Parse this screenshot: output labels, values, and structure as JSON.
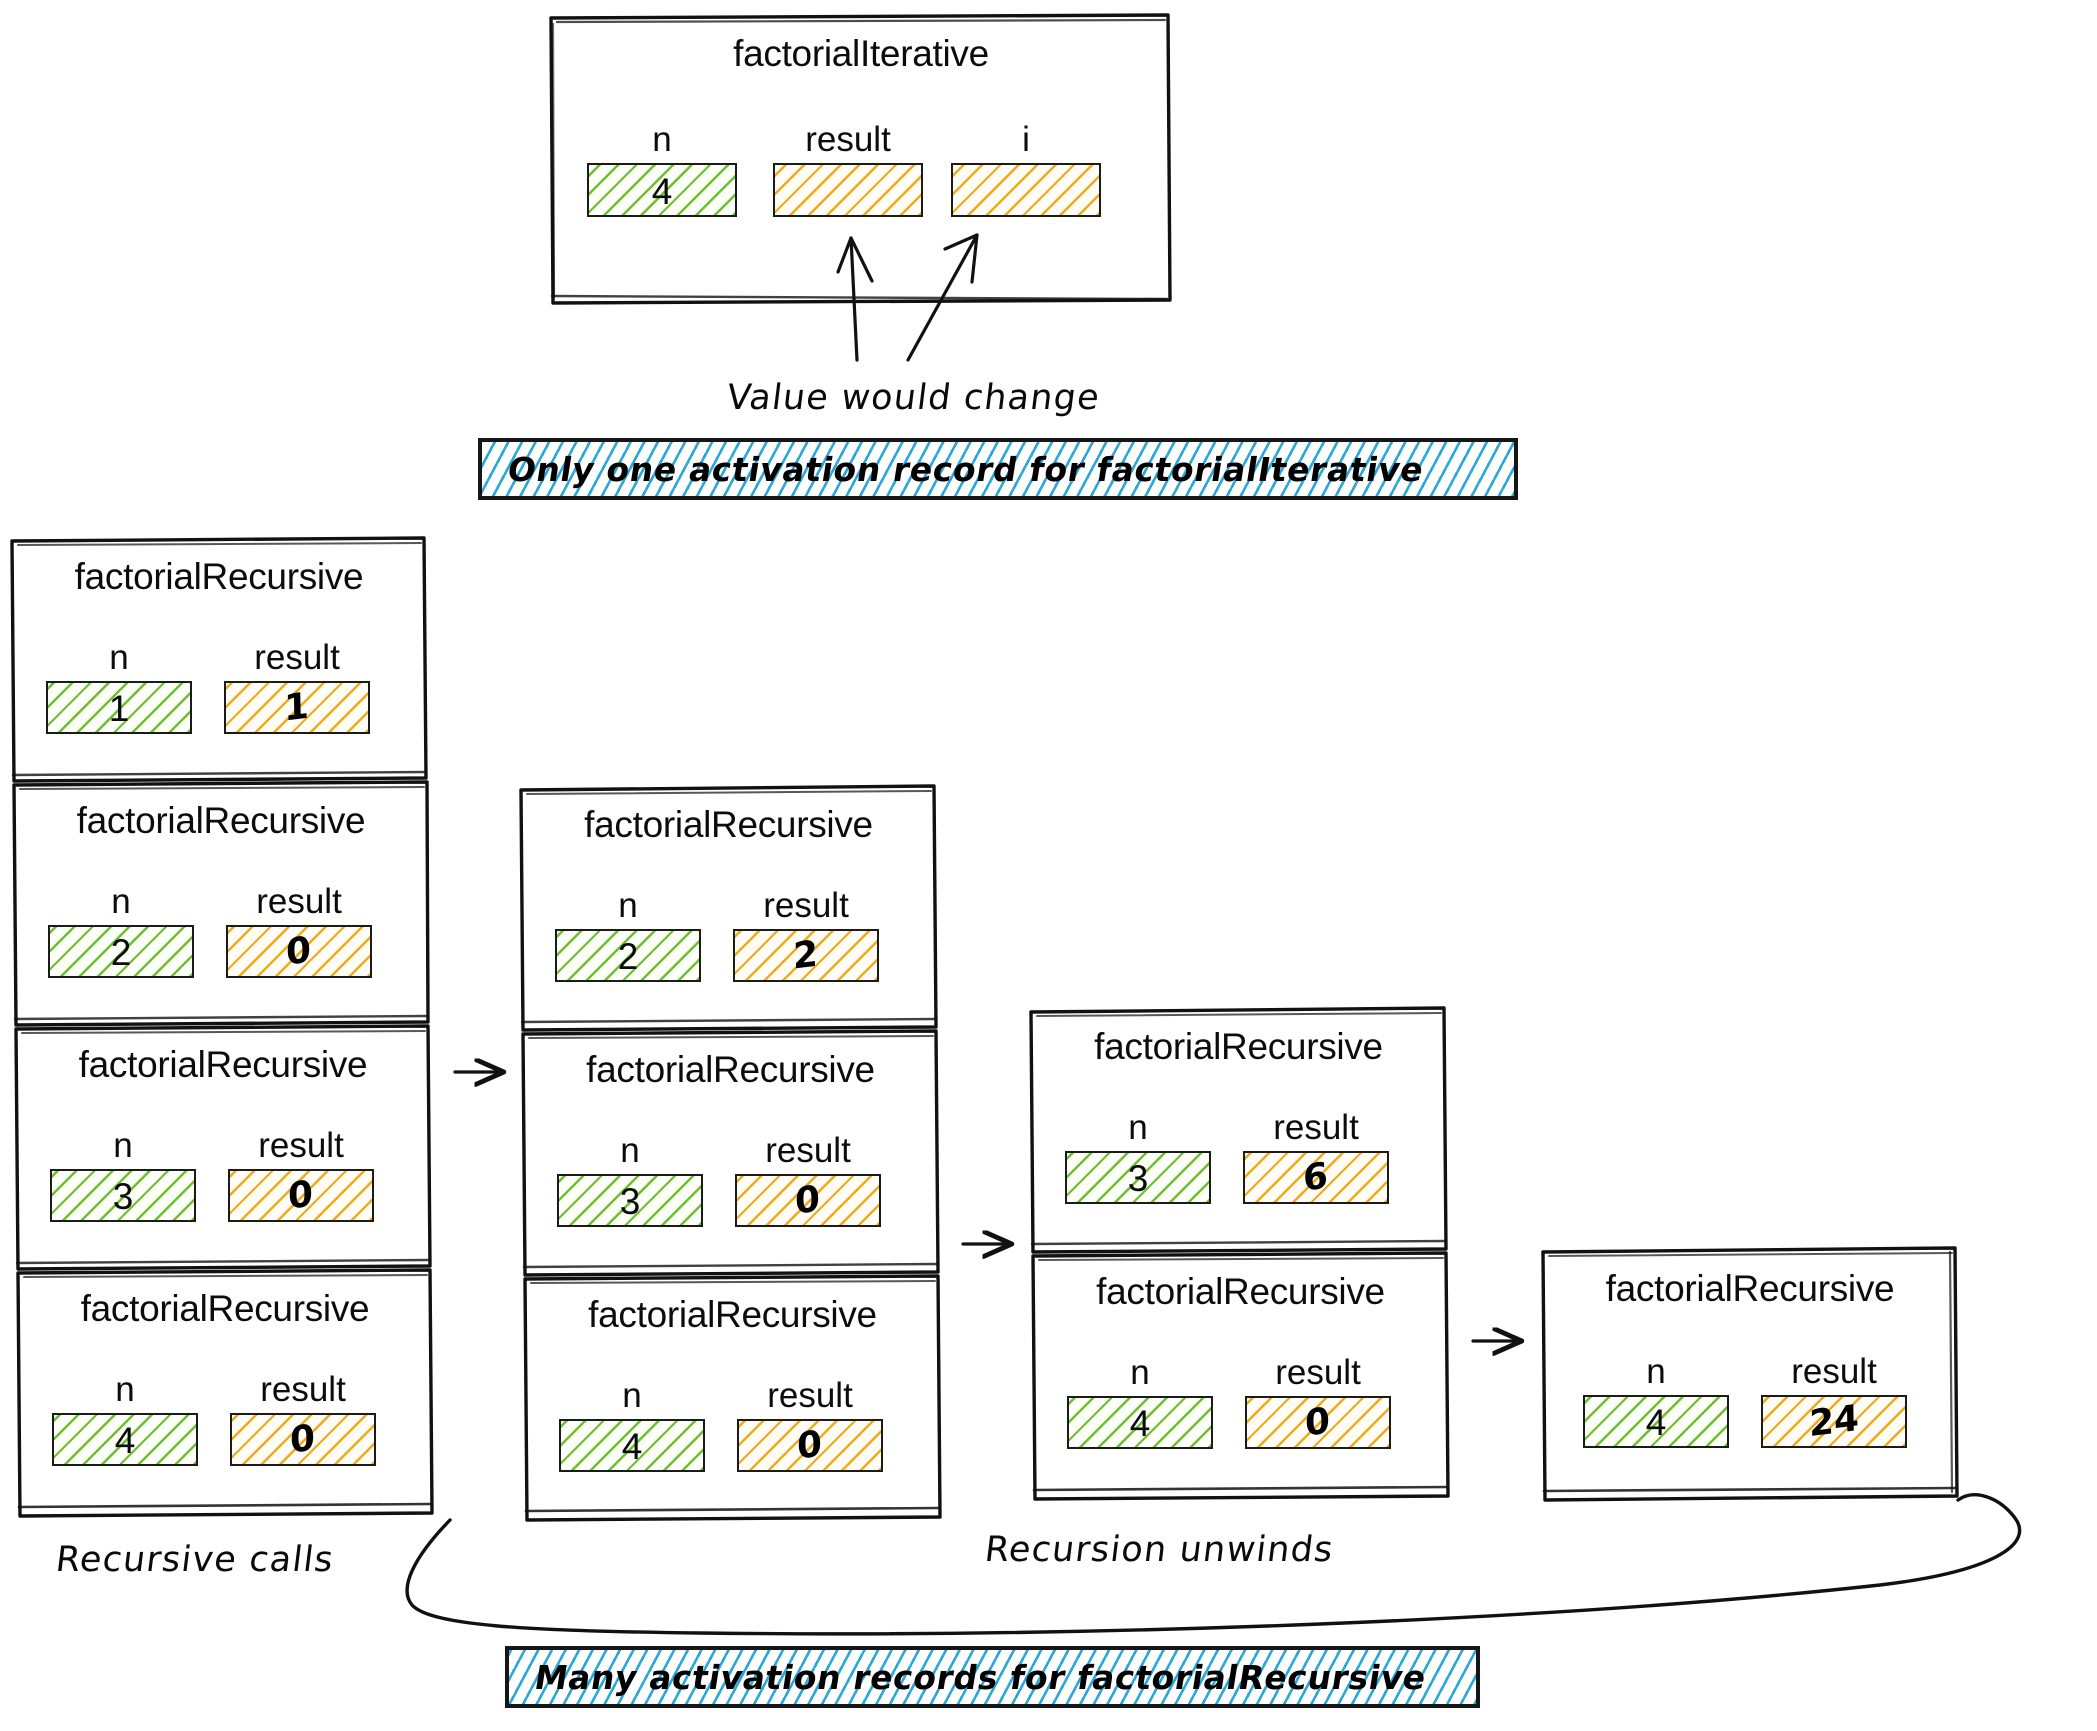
{
  "diagram": {
    "title_hidden": "Activation records: factorialIterative vs factorialRecursive",
    "function_names": {
      "iterative": "factorialIterative",
      "recursive": "factorialRecursive"
    },
    "var_labels": {
      "n": "n",
      "result": "result",
      "i": "i"
    }
  },
  "iterative_frame": {
    "title": "factorialIterative",
    "slots": [
      {
        "label": "n",
        "value": "4",
        "color": "green",
        "style": "plain"
      },
      {
        "label": "result",
        "value": "",
        "color": "amber",
        "style": "hand"
      },
      {
        "label": "i",
        "value": "",
        "color": "amber",
        "style": "hand"
      }
    ]
  },
  "annotations": {
    "value_would_change": "Value would change",
    "recursive_calls": "Recursive calls",
    "recursion_unwinds": "Recursion unwinds"
  },
  "banners": {
    "top": "Only one activation record for factorialIterative",
    "bottom": "Many activation records for factorialRecursive"
  },
  "columns": [
    {
      "id": "col-1-recursive-calls",
      "frames": [
        {
          "title": "factorialRecursive",
          "n": "1",
          "result": "1"
        },
        {
          "title": "factorialRecursive",
          "n": "2",
          "result": "0"
        },
        {
          "title": "factorialRecursive",
          "n": "3",
          "result": "0"
        },
        {
          "title": "factorialRecursive",
          "n": "4",
          "result": "0"
        }
      ]
    },
    {
      "id": "col-2-base-returns",
      "frames": [
        {
          "title": "factorialRecursive",
          "n": "2",
          "result": "2"
        },
        {
          "title": "factorialRecursive",
          "n": "3",
          "result": "0"
        },
        {
          "title": "factorialRecursive",
          "n": "4",
          "result": "0"
        }
      ]
    },
    {
      "id": "col-3-unwinding",
      "frames": [
        {
          "title": "factorialRecursive",
          "n": "3",
          "result": "6"
        },
        {
          "title": "factorialRecursive",
          "n": "4",
          "result": "0"
        }
      ]
    },
    {
      "id": "col-4-final",
      "frames": [
        {
          "title": "factorialRecursive",
          "n": "4",
          "result": "24"
        }
      ]
    }
  ],
  "colors": {
    "green_hatch": "#6fbf2f",
    "amber_hatch": "#f0ab1c",
    "blue_hatch": "#2aa8d8",
    "ink": "#111111",
    "paper": "#ffffff"
  },
  "icons": {
    "arrow_right": "arrow-right-icon",
    "arrow_up": "arrow-up-icon",
    "curve": "curved-arrow-icon"
  }
}
